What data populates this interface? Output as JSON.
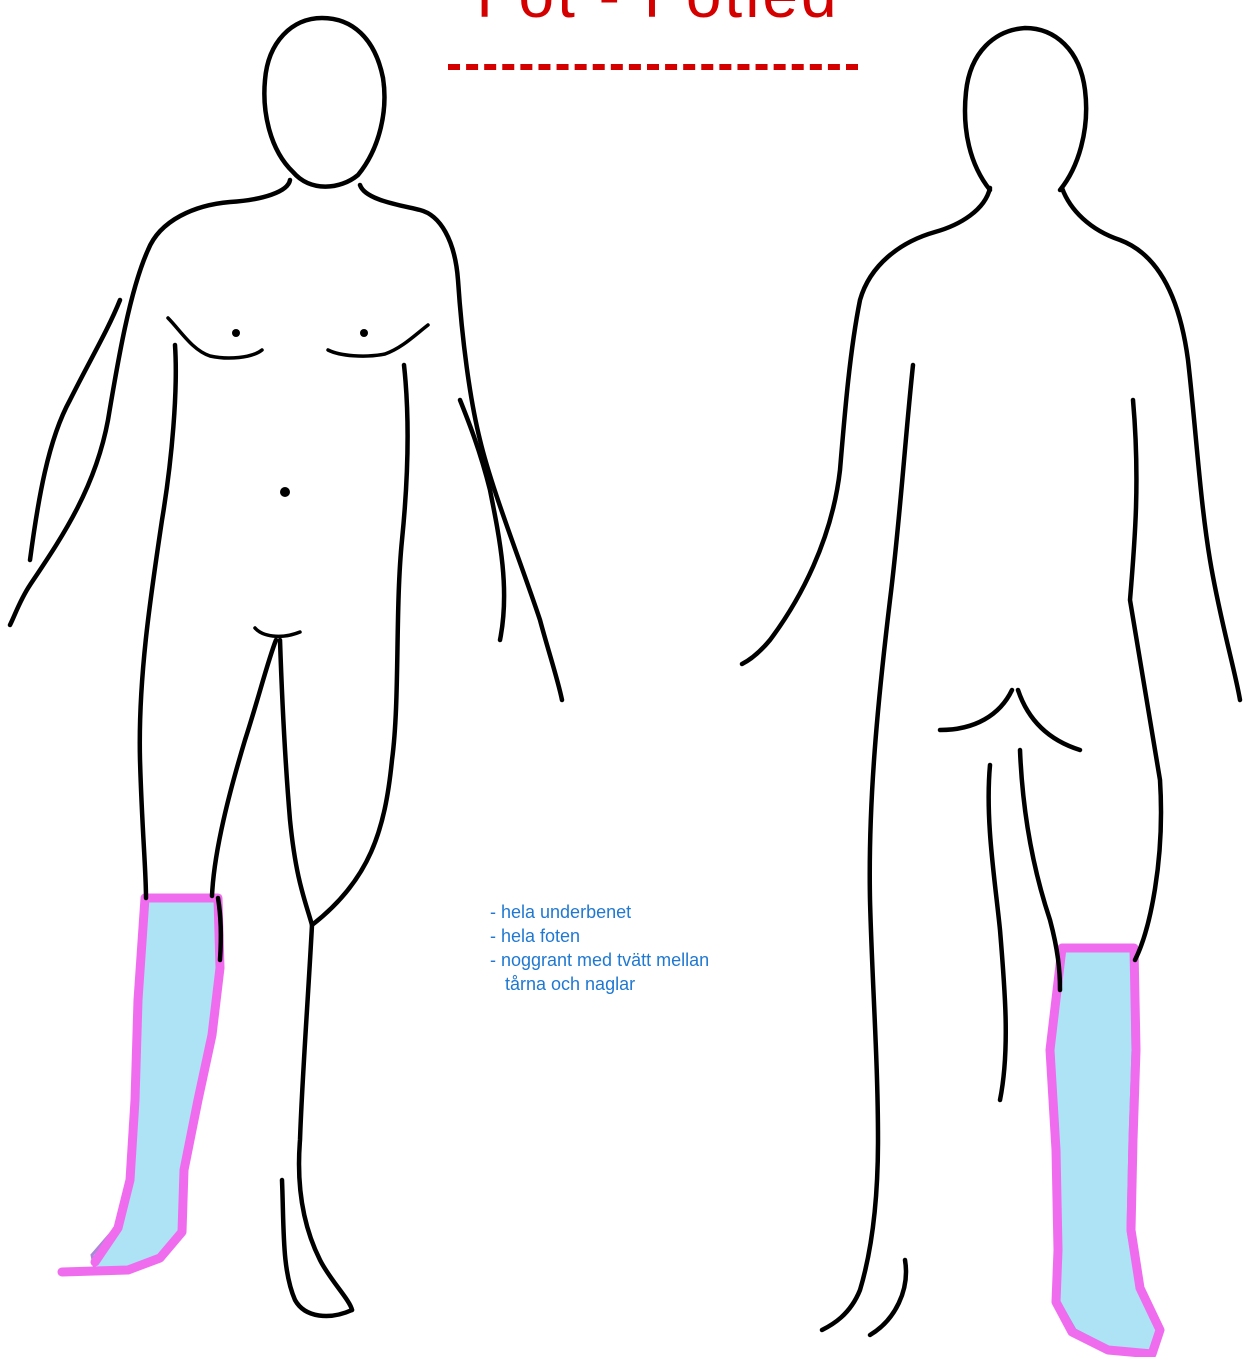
{
  "title": "Fot - Fotled",
  "notes": [
    "- hela underbenet",
    "- hela foten",
    "- noggrant med tvätt mellan",
    "tårna och naglar"
  ],
  "colors": {
    "title": "#d40000",
    "notes_text": "#1f78d1",
    "highlight_fill": "#aee2f5",
    "highlight_outline": "#f06cee",
    "body_outline": "#000000"
  }
}
